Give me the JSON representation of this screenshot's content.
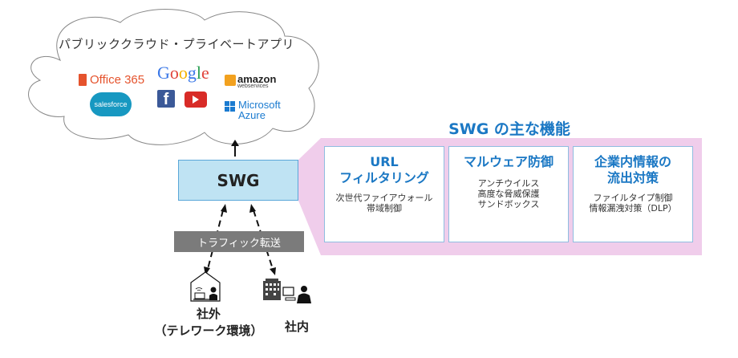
{
  "cloud": {
    "title": "パブリッククラウド・プライベートアプリ",
    "logos": {
      "office365": "Office 365",
      "google": [
        "G",
        "o",
        "o",
        "g",
        "l",
        "e"
      ],
      "google_colors": [
        "#3b78e7",
        "#e0433a",
        "#f4b400",
        "#3b78e7",
        "#2aa053",
        "#e0433a"
      ],
      "salesforce": "salesforce",
      "facebook": "f",
      "youtube": "youtube",
      "amazon": "amazon",
      "amazon_sub": "webservices",
      "azure_line1": "Microsoft",
      "azure_line2": "Azure"
    }
  },
  "swg": {
    "label": "SWG"
  },
  "traffic": {
    "label": "トラフィック転送"
  },
  "endpoints": {
    "remote": {
      "line1": "社外",
      "line2": "（テレワーク環境）"
    },
    "office": {
      "label": "社内"
    }
  },
  "features": {
    "title": "SWG の主な機能",
    "cards": [
      {
        "heading_lines": [
          "URL",
          "フィルタリング"
        ],
        "body_lines": [
          "次世代ファイアウォール",
          "帯域制御"
        ]
      },
      {
        "heading_lines": [
          "マルウェア防御"
        ],
        "body_lines": [
          "アンチウイルス",
          "高度な脅威保護",
          "サンドボックス"
        ]
      },
      {
        "heading_lines": [
          "企業内情報の",
          "流出対策"
        ],
        "body_lines": [
          "ファイルタイプ制御",
          "情報漏洩対策（DLP）"
        ]
      }
    ]
  },
  "colors": {
    "accent_blue": "#1b78c4",
    "swg_fill": "#bfe3f3",
    "pink_panel": "#f0cdeb",
    "traffic_gray": "#7b7b7b"
  }
}
